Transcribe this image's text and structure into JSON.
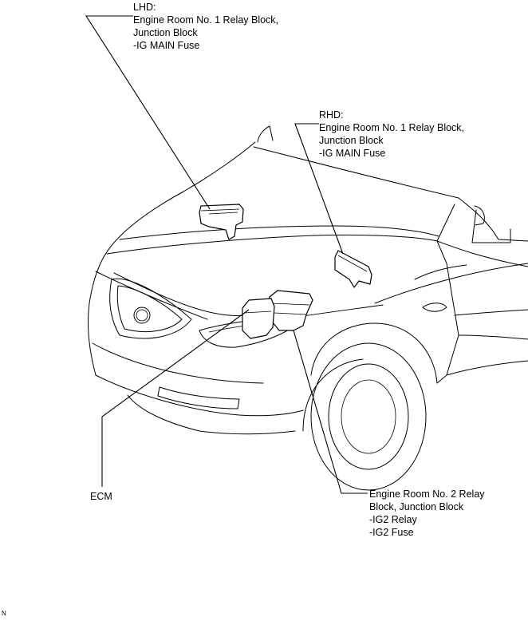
{
  "labels": {
    "lhd": {
      "heading": "LHD:",
      "lines": [
        "Engine Room No. 1 Relay Block,",
        "Junction Block",
        "-IG MAIN Fuse"
      ]
    },
    "rhd": {
      "heading": "RHD:",
      "lines": [
        "Engine Room No. 1 Relay Block,",
        "Junction Block",
        "-IG MAIN Fuse"
      ]
    },
    "ecm": "ECM",
    "er2": {
      "lines": [
        "Engine Room No. 2 Relay",
        "Block, Junction Block",
        "-IG2 Relay",
        "-IG2 Fuse"
      ]
    }
  },
  "figure_code": "N"
}
